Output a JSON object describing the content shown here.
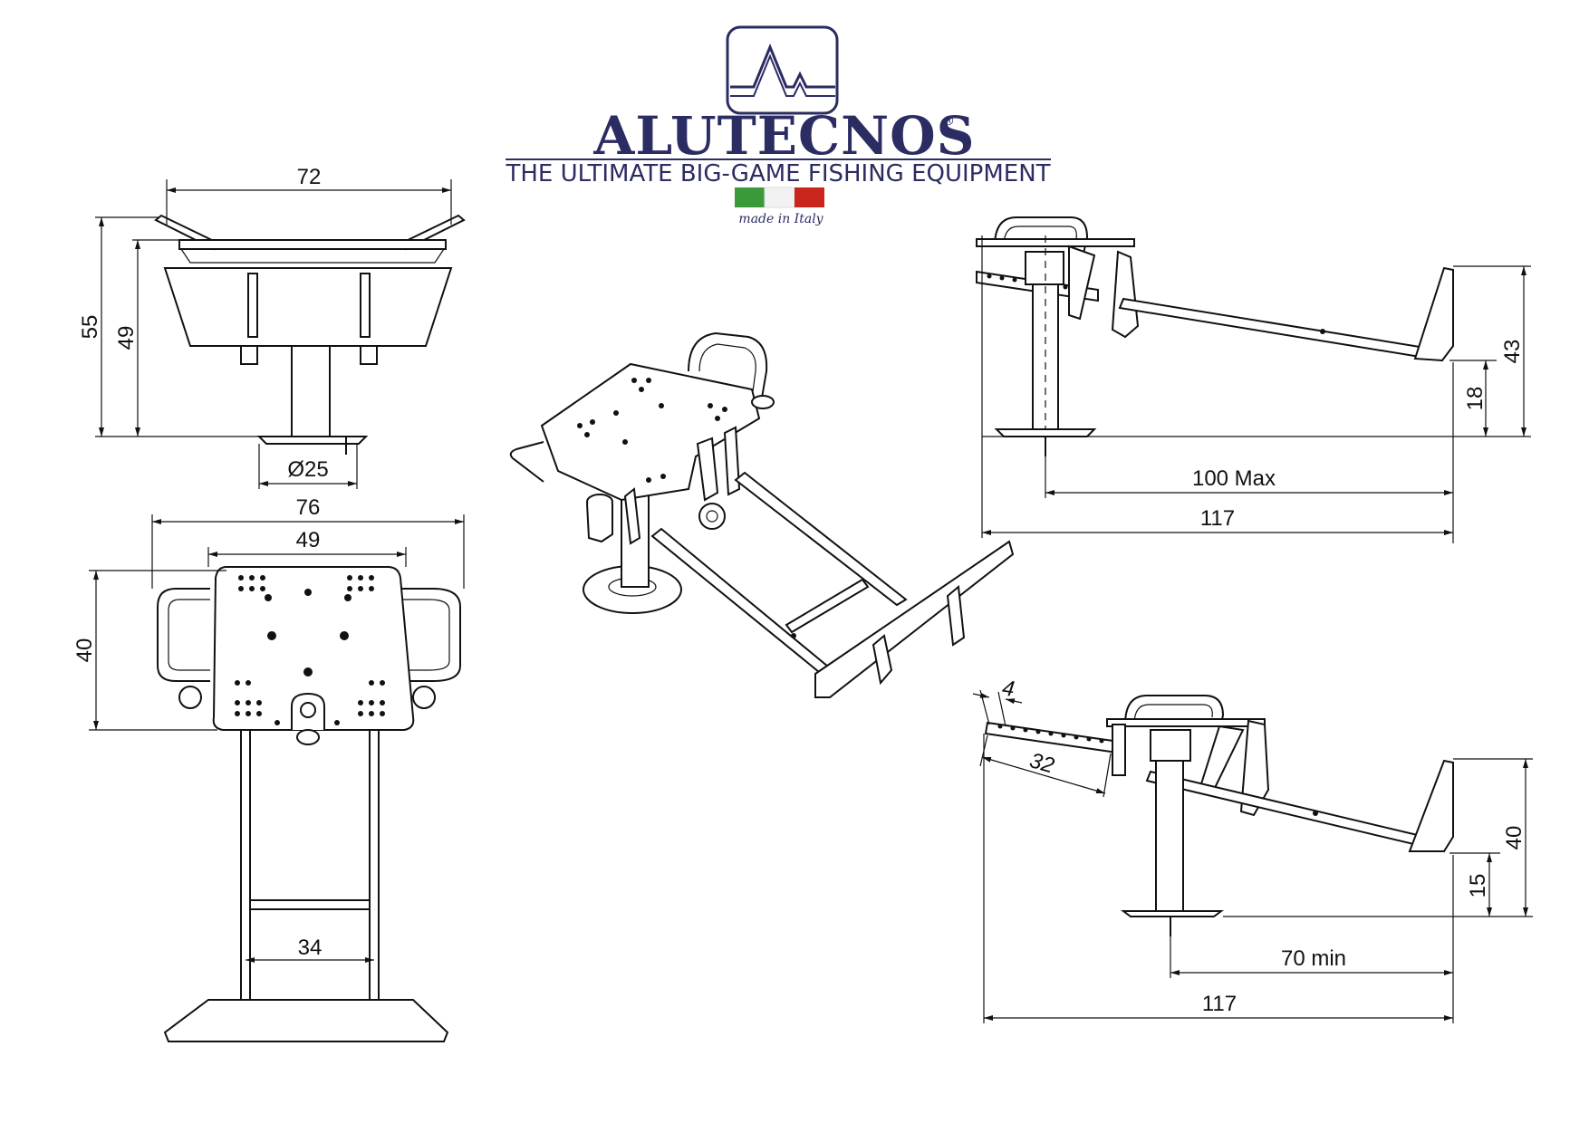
{
  "brand": {
    "name": "ALUTECNOS",
    "registered_mark": "®",
    "tagline": "THE ULTIMATE BIG-GAME FISHING EQUIPMENT",
    "made_in": "made in Italy",
    "colors": {
      "navy": "#2b2c62",
      "flag_green": "#3a9a3a",
      "flag_white": "#f2f2f2",
      "flag_red": "#c8261d"
    }
  },
  "front_view": {
    "width_top": "72",
    "overall_height": "55",
    "seat_height": "49",
    "base_diameter": "Ø25"
  },
  "top_view": {
    "overall_width": "76",
    "plate_width": "49",
    "plate_depth": "40",
    "leg_spacing": "34"
  },
  "side_view_max": {
    "footrest_height": "43",
    "bar_height": "18",
    "footrest_reach": "100 Max",
    "overall_length": "117"
  },
  "side_view_min": {
    "hole_pitch": "4",
    "adjust_length": "32",
    "footrest_height": "40",
    "bar_height": "15",
    "footrest_reach": "70 min",
    "overall_length": "117"
  }
}
